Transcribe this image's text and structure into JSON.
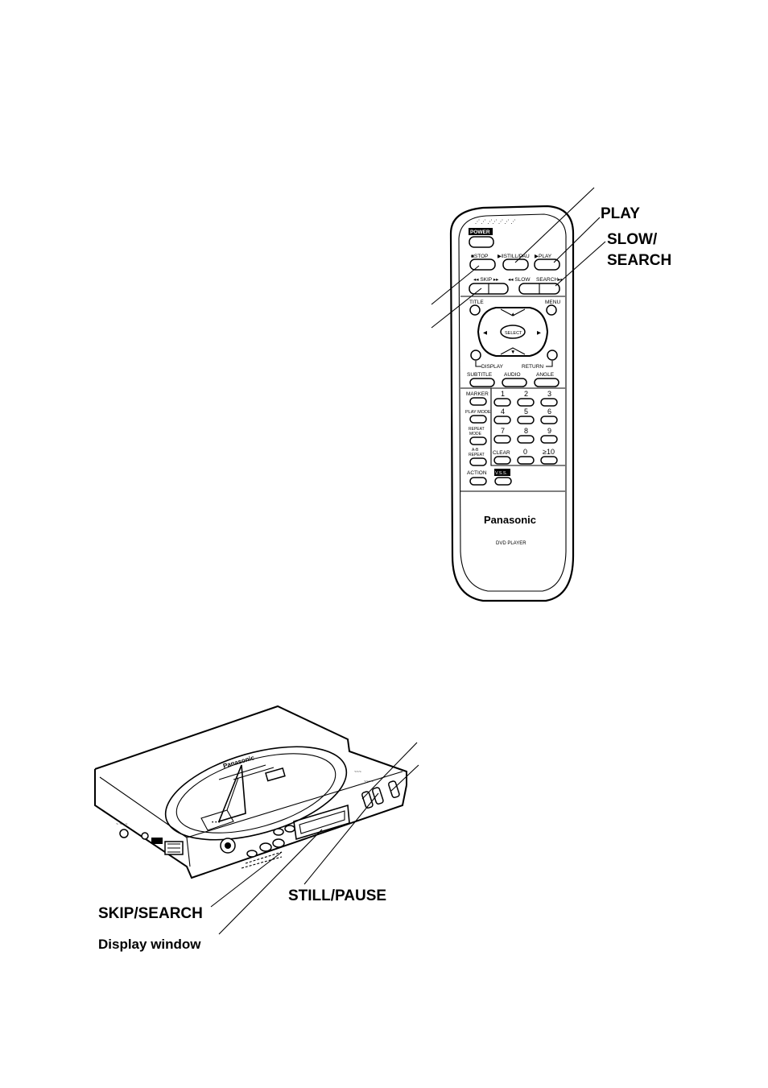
{
  "remote": {
    "power": "POWER",
    "stop": "■STOP",
    "still_pause": "▶‖STILL/PAU",
    "play": "▶PLAY",
    "skip": "◂◂ SKIP ▸▸",
    "slow": "◂◂ SLOW",
    "search": "SEARCH▸▸",
    "title": "TITLE",
    "menu": "MENU",
    "select": "SELECT",
    "display": "DISPLAY",
    "return": "RETURN",
    "subtitle": "SUBTITLE",
    "audio": "AUDIO",
    "angle": "ANGLE",
    "marker": "MARKER",
    "play_mode": "PLAY MODE",
    "repeat_mode": [
      "REPEAT",
      "MODE"
    ],
    "ab_repeat": [
      "A-B",
      "REPEAT"
    ],
    "clear": "CLEAR",
    "action": "ACTION",
    "vss": "V.S.S.",
    "digits": [
      "1",
      "2",
      "3",
      "4",
      "5",
      "6",
      "7",
      "8",
      "9",
      "0",
      "≥10"
    ],
    "brand": "Panasonic",
    "model": "DVD PLAYER"
  },
  "player": {
    "brand": "Panasonic"
  },
  "labels": {
    "play": "PLAY",
    "slow_search_1": "SLOW/",
    "slow_search_2": "SEARCH",
    "still_pause": "STILL/PAUSE",
    "skip_search": "SKIP/SEARCH",
    "display_window": "Display window"
  },
  "colors": {
    "ink": "#000000",
    "paper": "#ffffff"
  }
}
